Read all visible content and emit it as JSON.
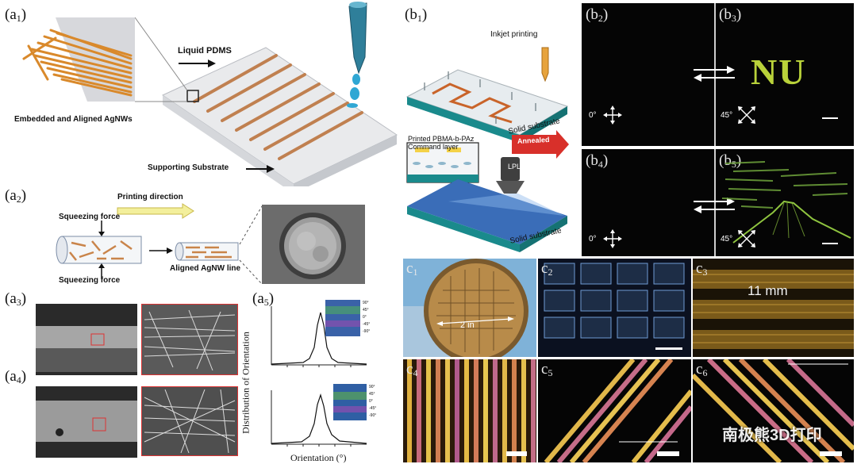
{
  "panels": {
    "a1": "(a",
    "a1_sub": "1",
    "a2": "(a",
    "a2_sub": "2",
    "a3": "(a",
    "a3_sub": "3",
    "a4": "(a",
    "a4_sub": "4",
    "a5": "(a",
    "a5_sub": "5",
    "b1": "(b",
    "b1_sub": "1",
    "b2": "(b",
    "b2_sub": "2",
    "b3": "(b",
    "b3_sub": "3",
    "b4": "(b",
    "b4_sub": "4",
    "b5": "(b",
    "b5_sub": "5",
    "c1": "c",
    "c1_sub": "1",
    "c2": "c",
    "c2_sub": "2",
    "c3": "c",
    "c3_sub": "3",
    "c4": "c",
    "c4_sub": "4",
    "c5": "c",
    "c5_sub": "5",
    "c6": "c",
    "c6_sub": "6",
    "close": ")"
  },
  "a1": {
    "liquid_pdms": "Liquid PDMS",
    "embedded": "Embedded and Aligned AgNWs",
    "supporting": "Supporting Substrate"
  },
  "a2": {
    "printing_direction": "Printing direction",
    "squeezing_top": "Squeezing force",
    "squeezing_bottom": "Squeezing force",
    "aligned_line": "Aligned AgNW line"
  },
  "a5": {
    "ylabel": "Distribution of Orientation",
    "xlabel": "Orientation (°)",
    "scale_top": [
      "90°",
      "45°",
      "0°",
      "-45°",
      "-90°"
    ],
    "scale_bottom": [
      "90°",
      "45°",
      "0°",
      "-45°",
      "-90°"
    ]
  },
  "b1": {
    "inkjet": "Inkjet printing",
    "printed_layer_1": "Printed PBMA-b-PAz",
    "printed_layer_2": "Command layer",
    "annealed": "Annealed",
    "solid_top": "Solid substrate",
    "solid_bottom": "Solid substrate",
    "lpl": "LPL"
  },
  "b": {
    "angle_0_a": "0°",
    "angle_45_a": "45°",
    "angle_0_b": "0°",
    "angle_45_b": "45°",
    "nu_text": "NU"
  },
  "c": {
    "wafer": "2 in",
    "mm": "11 mm"
  },
  "watermark": "南极熊3D打印",
  "colors": {
    "accent_orange": "#c9844a",
    "teal": "#1a8a8c",
    "red_arrow": "#d8302a",
    "pale_yellow": "#f3ef9c",
    "dark_panel": "#050505",
    "green_glow": "#9bd13c"
  }
}
